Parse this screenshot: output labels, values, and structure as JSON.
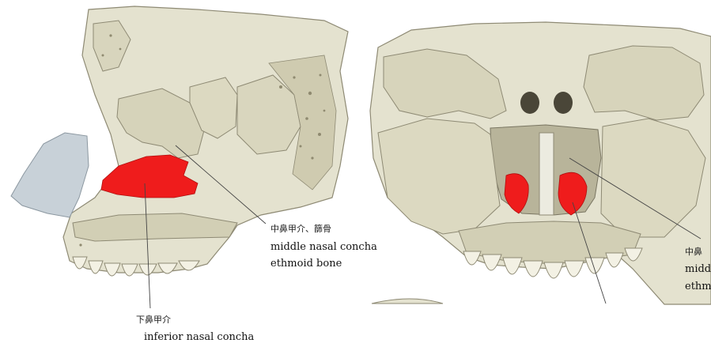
{
  "left_figure": {
    "label_middle_jp": "中鼻甲介、篩骨",
    "label_middle_en_1": "middle nasal concha",
    "label_middle_en_2": "ethmoid bone",
    "label_inferior_jp": "下鼻甲介",
    "label_inferior_en": "inferior nasal concha"
  },
  "right_figure": {
    "label_middle_jp_cut": "中鼻",
    "label_middle_en_1_cut": "midd",
    "label_middle_en_2_cut": "ethm"
  },
  "colors": {
    "bone": "#e4e2cf",
    "bone_shadow": "#c9c6ad",
    "bone_outline": "#8e8a74",
    "cartilage": "#c8d1d8",
    "highlight": "#ef1c1c",
    "leader_line": "#444444"
  }
}
